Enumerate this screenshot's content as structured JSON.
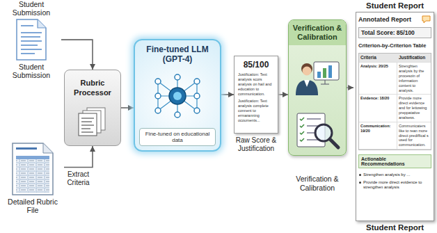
{
  "diagram": {
    "nodes": [
      {
        "text": [
          "Student Submission",
          "Student Submission"
        ]
      },
      {
        "text": [
          "Detailed Rubric File"
        ]
      },
      {
        "text": [
          "Rubric Processor"
        ]
      },
      {
        "text": [
          "Fine-tuned LLM (GPT-4)",
          "Fine-tuned on educational data"
        ]
      },
      {
        "text": [
          "85/100",
          "Justification: Text analysis scors analysis on hail and education to communication.",
          "Justification: Text analysis complete connent to ermaranning ocouments...",
          "Raw Score & Justification"
        ]
      },
      {
        "text": [
          "Verification & Calibration",
          "Verification & Calibration"
        ]
      },
      {
        "text": [
          "Student Report",
          "Annotated Report",
          "Total Score: 85/100",
          "Criterion-by-Criterion Table",
          "Actionable Recommendations",
          "Student Report"
        ]
      }
    ],
    "edges": [
      {
        "from": 0,
        "to": 2,
        "arrow": "to"
      },
      {
        "from": 1,
        "to": 2,
        "label": "Extract Criteria",
        "arrow": "to"
      },
      {
        "from": 2,
        "to": 3,
        "arrow": "to"
      },
      {
        "from": 3,
        "to": 4,
        "arrow": "to"
      },
      {
        "from": 4,
        "to": 5,
        "arrow": "to"
      },
      {
        "from": 5,
        "to": 6,
        "arrow": "to"
      }
    ],
    "labels": [
      "Criteria",
      "Justification",
      "Analysis: 20/25",
      "Strenghten analysis by the procesoin of information content to analysis.",
      "Evidence: 18/20",
      "Provide more direct evidence and for lettowing preppatative analsess.",
      "Communication: 19/20",
      "Communicaters like to rean more direct prediffical s used for communication.",
      "Strengthen analysis by ...",
      "Provide more direct evidence to strengthen analysis"
    ]
  }
}
